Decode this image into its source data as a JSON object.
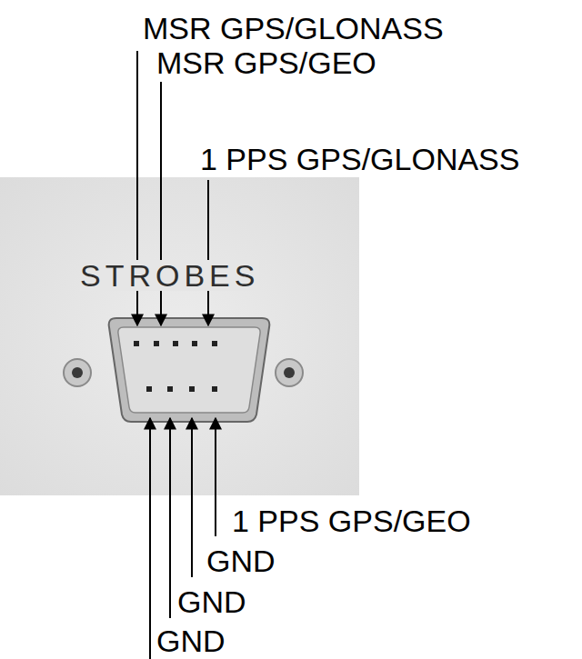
{
  "diagram": {
    "labels": [
      "MSR GPS/GLONASS",
      "MSR GPS/GEO",
      "1 PPS GPS/GLONASS",
      "STROBES",
      "1 PPS GPS/GEO",
      "GND",
      "GND",
      "GND"
    ]
  }
}
